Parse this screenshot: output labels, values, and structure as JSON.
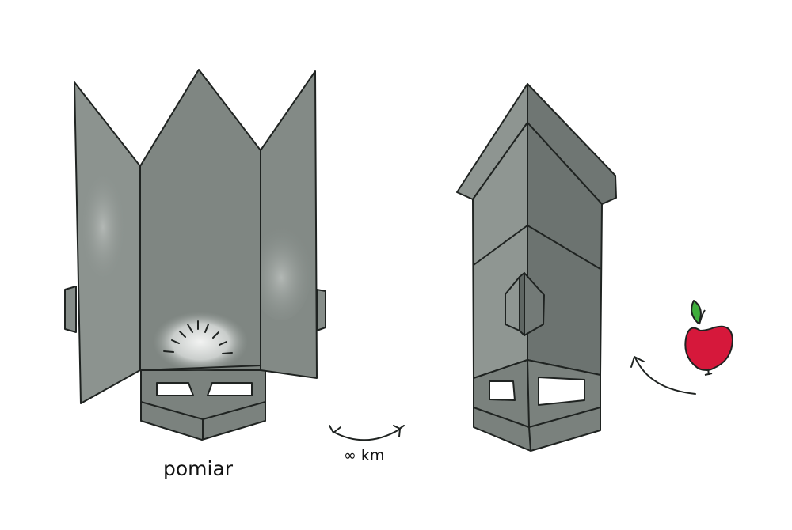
{
  "labels": {
    "measurement": "pomiar",
    "distance": "∞ km"
  },
  "objects": [
    {
      "name": "open-folded-device",
      "state": "open"
    },
    {
      "name": "closed-folded-device",
      "state": "closed"
    },
    {
      "name": "apple",
      "icon": "apple-icon"
    }
  ],
  "colors": {
    "body": "#7d8581",
    "body_light": "#959c98",
    "body_dark": "#6c7370",
    "outline": "#1f2321",
    "apple": "#d6183b",
    "leaf": "#3fae3c",
    "background": "#ffffff"
  }
}
